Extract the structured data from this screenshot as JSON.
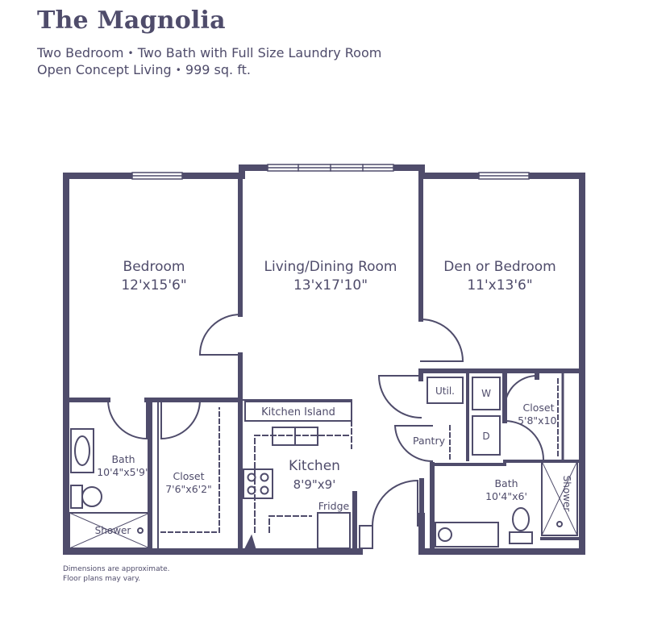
{
  "header": {
    "title": "The Magnolia",
    "line1_a": "Two Bedroom",
    "line1_b": "Two Bath with Full Size Laundry Room",
    "line2_a": "Open Concept Living",
    "line2_b": "999 sq. ft.",
    "bullet": "•"
  },
  "rooms": {
    "bedroom": {
      "name": "Bedroom",
      "size": "12'x15'6\""
    },
    "living": {
      "name": "Living/Dining Room",
      "size": "13'x17'10\""
    },
    "den": {
      "name": "Den or Bedroom",
      "size": "11'x13'6\""
    },
    "bath1": {
      "name": "Bath",
      "size": "10'4\"x5'9\""
    },
    "closet1": {
      "name": "Closet",
      "size": "7'6\"x6'2\""
    },
    "kitchen": {
      "name": "Kitchen",
      "size": "8'9\"x9'"
    },
    "closet2": {
      "name": "Closet",
      "size": "5'8\"x10'"
    },
    "bath2": {
      "name": "Bath",
      "size": "10'4\"x6'"
    }
  },
  "fixtures": {
    "island": "Kitchen Island",
    "fridge": "Fridge",
    "util": "Util.",
    "washer": "W",
    "dryer": "D",
    "pantry": "Pantry",
    "shower1": "Shower",
    "shower2": "Shower"
  },
  "footer": {
    "note1": "Dimensions are approximate.",
    "note2": "Floor plans may vary."
  },
  "colors": {
    "wall": "#4f4c6b",
    "background": "#ffffff"
  }
}
